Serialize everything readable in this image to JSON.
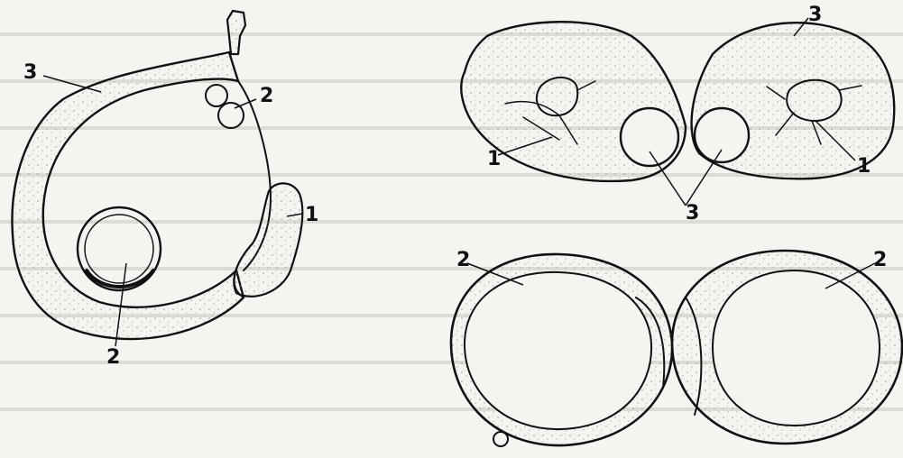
{
  "figure": {
    "labels": {
      "left_3": "3",
      "left_2_top": "2",
      "left_1": "1",
      "left_2_bottom": "2",
      "tr_3_top": "3",
      "tr_1": "1",
      "tr_1_right": "1",
      "tr_3_bottom": "3",
      "br_2_left": "2",
      "br_2_right": "2"
    },
    "colors": {
      "ink": "#111111",
      "paper": "#f4f4f1",
      "stipple": "#9a9a94"
    }
  }
}
